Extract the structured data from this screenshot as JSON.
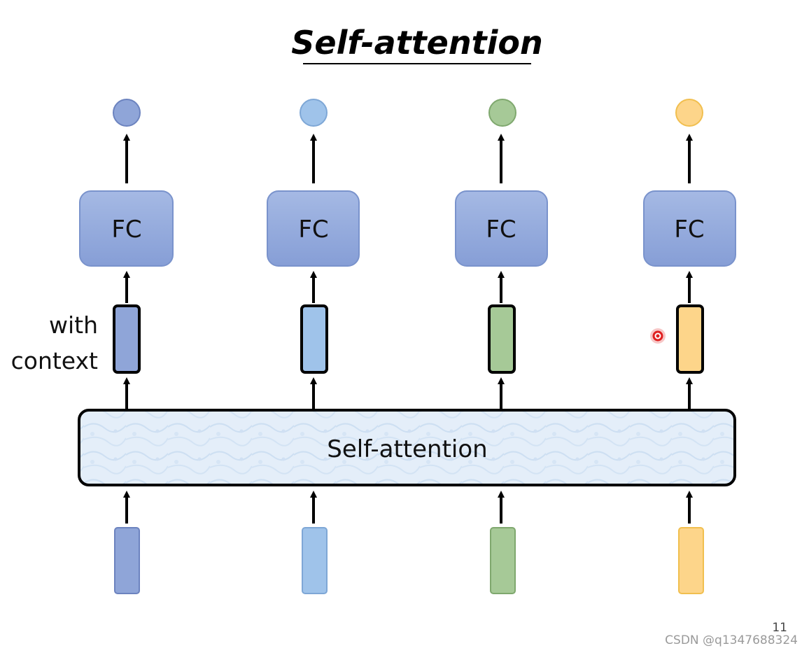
{
  "slide": {
    "title": "Self-attention",
    "page_number": "11",
    "watermark": "CSDN @q1347688324"
  },
  "labels": {
    "context_line1": "with",
    "context_line2": "context"
  },
  "self_attention_block": {
    "label": "Self-attention",
    "fill": "#e3edf8",
    "texture": "#c9dcf0"
  },
  "columns": [
    {
      "id": "1",
      "fc_label": "FC",
      "color": "#8fa5d8",
      "border": "#6c83bf"
    },
    {
      "id": "2",
      "fc_label": "FC",
      "color": "#9fc3ea",
      "border": "#7ea7d6"
    },
    {
      "id": "3",
      "fc_label": "FC",
      "color": "#a6c997",
      "border": "#7fa86e"
    },
    {
      "id": "4",
      "fc_label": "FC",
      "color": "#fdd58a",
      "border": "#f1bf4f"
    }
  ],
  "fc_style": {
    "fill": "#93a9dc",
    "border": "#7a93cc"
  },
  "pointer": {
    "color": "#e02020"
  }
}
